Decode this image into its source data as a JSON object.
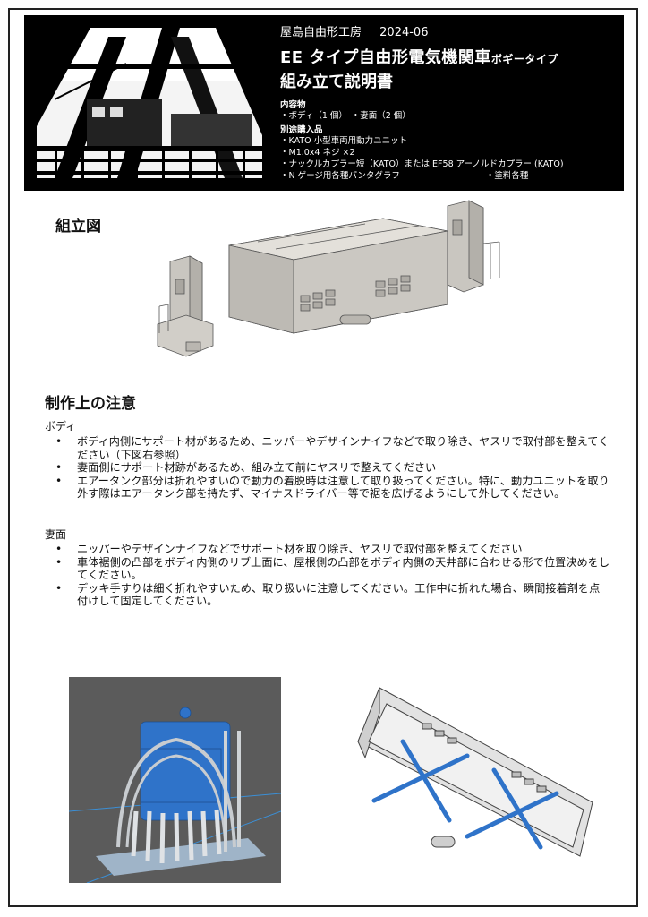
{
  "header": {
    "brand": "屋島自由形工房",
    "date": "2024-06",
    "title_main": "EE タイプ自由形電気機関車",
    "title_suffix": "ボギータイプ",
    "title_sub": "組み立て説明書",
    "contents_heading": "内容物",
    "contents_body": "ボディ（1 個）",
    "contents_end": "妻面（2 個）",
    "separate_heading": "別途購入品",
    "items": [
      "・KATO 小型車両用動力ユニット",
      "・M1.0x4 ネジ ×2",
      "・ナックルカプラー短（KATO）または EF58 アーノルドカプラー (KATO)",
      "・N ゲージ用各種パンタグラフ"
    ],
    "item_paint": "・塗料各種"
  },
  "assembly": {
    "heading": "組立図"
  },
  "notes": {
    "heading": "制作上の注意",
    "body_label": "ボディ",
    "body_items": [
      "ボディ内側にサポート材があるため、ニッパーやデザインナイフなどで取り除き、ヤスリで取付部を整えてください（下図右参照）",
      "妻面側にサポート材跡があるため、組み立て前にヤスリで整えてください",
      "エアータンク部分は折れやすいので動力の着脱時は注意して取り扱ってください。特に、動力ユニットを取り外す際はエアータンク部を持たず、マイナスドライバー等で裾を広げるようにして外してください。"
    ],
    "end_label": "妻面",
    "end_items": [
      "ニッパーやデザインナイフなどでサポート材を取り除き、ヤスリで取付部を整えてください",
      "車体裾側の凸部をボディ内側のリブ上面に、屋根側の凸部をボディ内側の天井部に合わせる形で位置決めをしてください。",
      "デッキ手すりは細く折れやすいため、取り扱いに注意してください。工作中に折れた場合、瞬間接着剤を点付けして固定してください。"
    ],
    "bullet": "•"
  }
}
